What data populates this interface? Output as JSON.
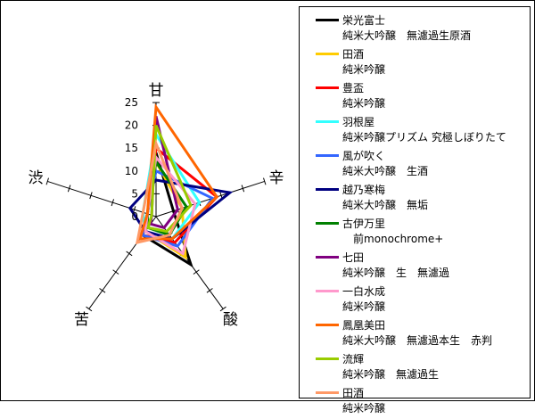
{
  "chart_data": {
    "type": "radar",
    "axes": [
      "甘",
      "辛",
      "酸",
      "苦",
      "渋"
    ],
    "rlim": [
      0,
      25
    ],
    "ticks": [
      5,
      10,
      15,
      20,
      25
    ],
    "series": [
      {
        "name": "栄光富士",
        "sub": "純米大吟醸　無濾過生原酒",
        "color": "#000000",
        "values": [
          14,
          4,
          13,
          5,
          2
        ]
      },
      {
        "name": "田酒",
        "sub": "純米吟醸",
        "color": "#ffcc00",
        "values": [
          12,
          6,
          11,
          4,
          2
        ]
      },
      {
        "name": "豊盃",
        "sub": "純米吟醸",
        "color": "#ff0000",
        "values": [
          15,
          14,
          7,
          5,
          2
        ]
      },
      {
        "name": "羽根屋",
        "sub": "純米吟醸プリズム 究極しぼりたて",
        "color": "#33ffff",
        "values": [
          18,
          10,
          6,
          4,
          3
        ]
      },
      {
        "name": "風が吹く",
        "sub": "純米大吟醸　生酒",
        "color": "#3366ff",
        "values": [
          10,
          13,
          8,
          5,
          2
        ]
      },
      {
        "name": "越乃寒梅",
        "sub": "純米大吟醸　無垢",
        "color": "#000080",
        "values": [
          8,
          17,
          6,
          4,
          6
        ]
      },
      {
        "name": "古伊万里",
        "sub": "前monochrome+",
        "sub_indent": true,
        "color": "#008000",
        "values": [
          12,
          7,
          5,
          3,
          2
        ]
      },
      {
        "name": "七田",
        "sub": "純米吟醸　生　無濾過",
        "color": "#800080",
        "values": [
          22,
          5,
          3,
          2,
          1
        ]
      },
      {
        "name": "一白水成",
        "sub": "純米吟醸",
        "color": "#ff99cc",
        "values": [
          13,
          9,
          10,
          4,
          2
        ]
      },
      {
        "name": "鳳凰美田",
        "sub": "純米大吟醸　無濾過本生　赤判",
        "color": "#ff6600",
        "values": [
          24,
          14,
          6,
          6,
          2
        ]
      },
      {
        "name": "流輝",
        "sub": "純米吟醸　無濾過生",
        "color": "#99cc00",
        "values": [
          20,
          8,
          4,
          3,
          1
        ]
      },
      {
        "name": "田酒",
        "sub": "純米吟醸",
        "color": "#ff9966",
        "values": [
          16,
          6,
          5,
          7,
          3
        ]
      }
    ]
  }
}
